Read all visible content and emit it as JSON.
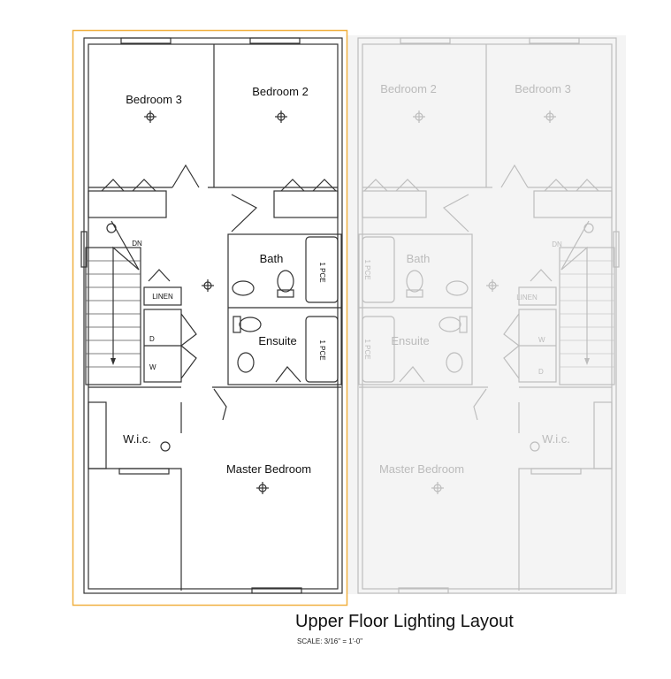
{
  "title": "Upper Floor Lighting Layout",
  "scale": "SCALE: 3/16\" = 1'-0\"",
  "highlight_color": "#f0b040",
  "unit_left": {
    "bedroom3": "Bedroom 3",
    "bedroom2": "Bedroom 2",
    "bath": "Bath",
    "ensuite": "Ensuite",
    "linen": "LINEN",
    "dn": "DN",
    "dryer": "D",
    "washer": "W",
    "tub1": "1 PCE",
    "tub2": "1 PCE",
    "wic": "W.i.c.",
    "master": "Master Bedroom"
  },
  "unit_right": {
    "bedroom2": "Bedroom 2",
    "bedroom3": "Bedroom 3",
    "bath": "Bath",
    "ensuite": "Ensuite",
    "linen": "LINEN",
    "dn": "DN",
    "dryer": "D",
    "washer": "W",
    "tub1": "1 PCE",
    "tub2": "1 PCE",
    "wic": "W.i.c.",
    "master": "Master Bedroom"
  }
}
